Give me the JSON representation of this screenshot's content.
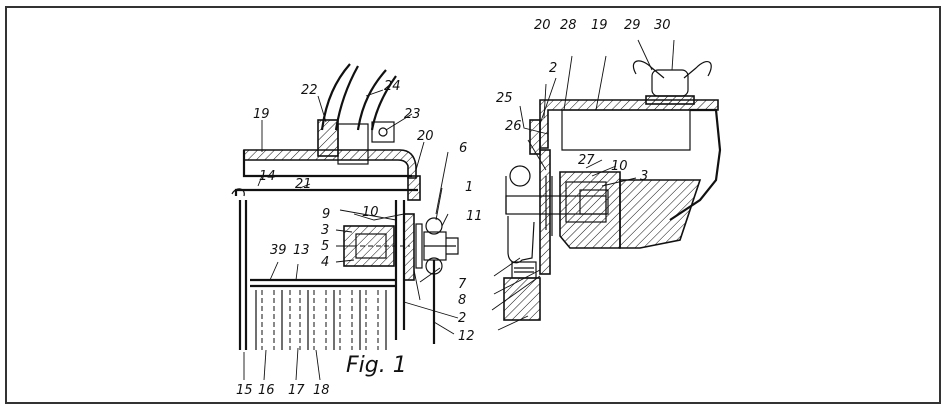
{
  "caption": "Fig. 1",
  "labels": {
    "l1": "1",
    "l2a": "2",
    "l2b": "2",
    "l3a": "3",
    "l3b": "3",
    "l4": "4",
    "l5": "5",
    "l6": "6",
    "l7": "7",
    "l8": "8",
    "l9": "9",
    "l10a": "10",
    "l10b": "10",
    "l11": "11",
    "l12": "12",
    "l13": "13",
    "l14": "14",
    "l15": "15",
    "l16": "16",
    "l17": "17",
    "l18": "18",
    "l19a": "19",
    "l19b": "19",
    "l20a": "20",
    "l20b": "20",
    "l21": "21",
    "l22": "22",
    "l23": "23",
    "l24": "24",
    "l25": "25",
    "l26": "26",
    "l27": "27",
    "l28": "28",
    "l29": "29",
    "l30": "30",
    "l39": "39"
  }
}
